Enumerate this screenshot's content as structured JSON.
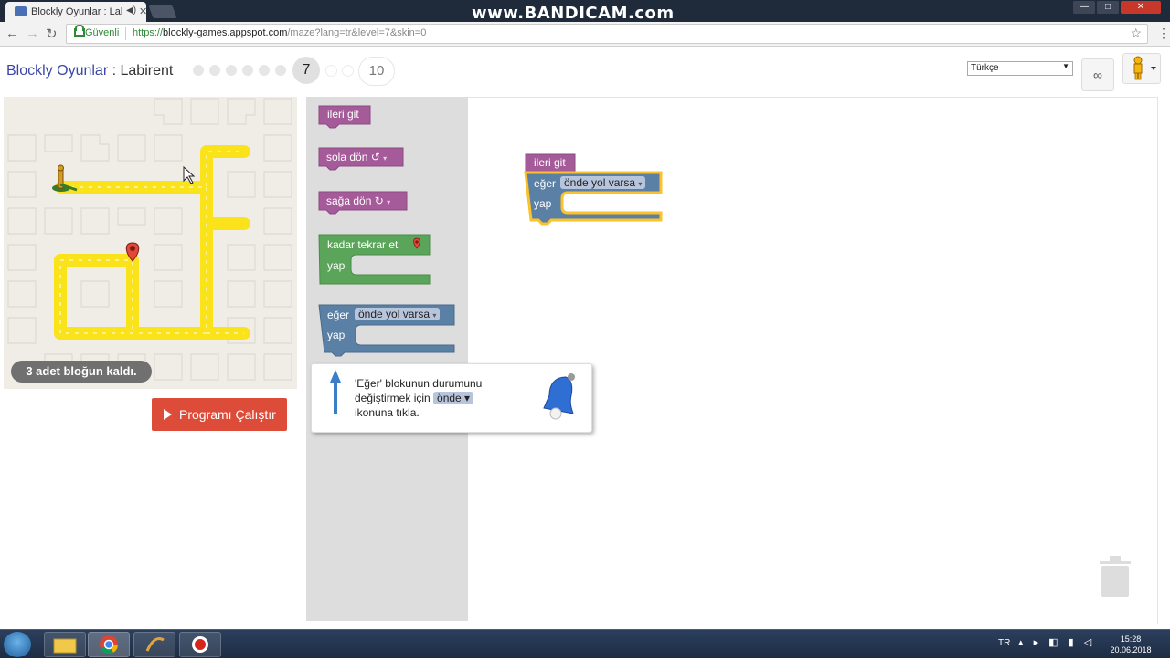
{
  "browser": {
    "tab_title": "Blockly Oyunlar : Labi",
    "tab_close": "✕",
    "tab_mute_icon": "speaker-icon",
    "watermark": "www.BANDICAM.com",
    "secure_label": "Güvenli",
    "url_scheme": "https://",
    "url_host": "blockly-games.appspot.com",
    "url_path": "/maze?lang=tr&level=7&skin=0",
    "back": "←",
    "forward": "→",
    "reload": "↻",
    "star": "☆",
    "menu": "⋮",
    "min": "—",
    "max": "□",
    "close": "✕"
  },
  "header": {
    "app_name": "Blockly Oyunlar",
    "sep": " : ",
    "game": "Labirent",
    "current_level": "7",
    "last_level": "10",
    "language": "Türkçe",
    "lang_arrow": "▼",
    "link_icon": "∞"
  },
  "maze": {
    "blocks_left": "3 adet bloğun kaldı.",
    "run_label": "Programı Çalıştır"
  },
  "toolbox": {
    "move_forward": "ileri git",
    "turn_left": "sola dön ↺",
    "turn_right": "sağa dön ↻",
    "repeat_until": "kadar tekrar et",
    "do_label": "yap",
    "if_label": "eğer",
    "if_option": "önde yol varsa"
  },
  "workspace": {
    "move_forward": "ileri git",
    "if_label": "eğer",
    "if_option": "önde yol varsa",
    "do_label": "yap"
  },
  "hint": {
    "line1": "'Eğer' blokunun durumunu",
    "line2a": "değiştirmek için ",
    "chip": "önde ▾",
    "line3": "ikonuna tıkla."
  },
  "taskbar": {
    "lang": "TR",
    "time": "15:28",
    "date": "20.06.2018"
  },
  "colors": {
    "move_block": "#a55b99",
    "loop_block": "#5ba55b",
    "logic_block": "#5b80a5",
    "path_yellow": "#fbe31b",
    "run_button": "#dd4b39"
  }
}
